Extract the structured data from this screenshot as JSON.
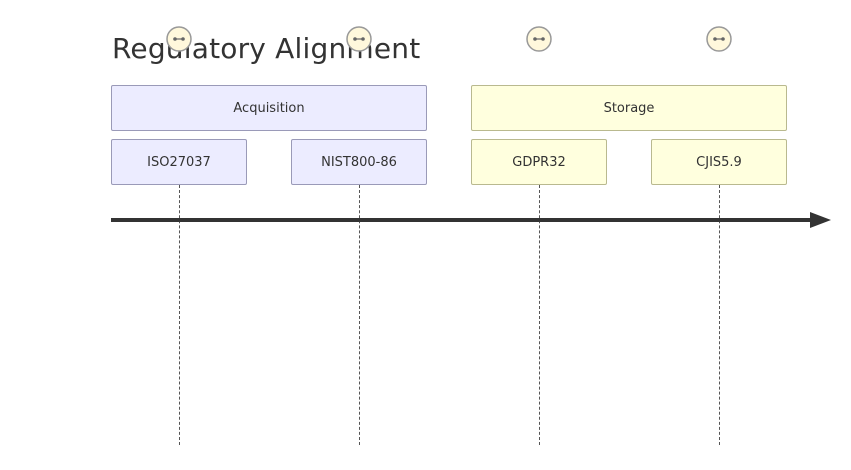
{
  "title": "Regulatory Alignment",
  "sections": [
    {
      "label": "Acquisition",
      "color": "#ececff"
    },
    {
      "label": "Storage",
      "color": "#ffffde"
    }
  ],
  "tasks": [
    {
      "label": "ISO27037",
      "section": "Acquisition"
    },
    {
      "label": "NIST800-86",
      "section": "Acquisition"
    },
    {
      "label": "GDPR32",
      "section": "Storage"
    },
    {
      "label": "CJIS5.9",
      "section": "Storage"
    }
  ],
  "icons": [
    "link-icon",
    "link-icon",
    "link-icon",
    "link-icon"
  ]
}
